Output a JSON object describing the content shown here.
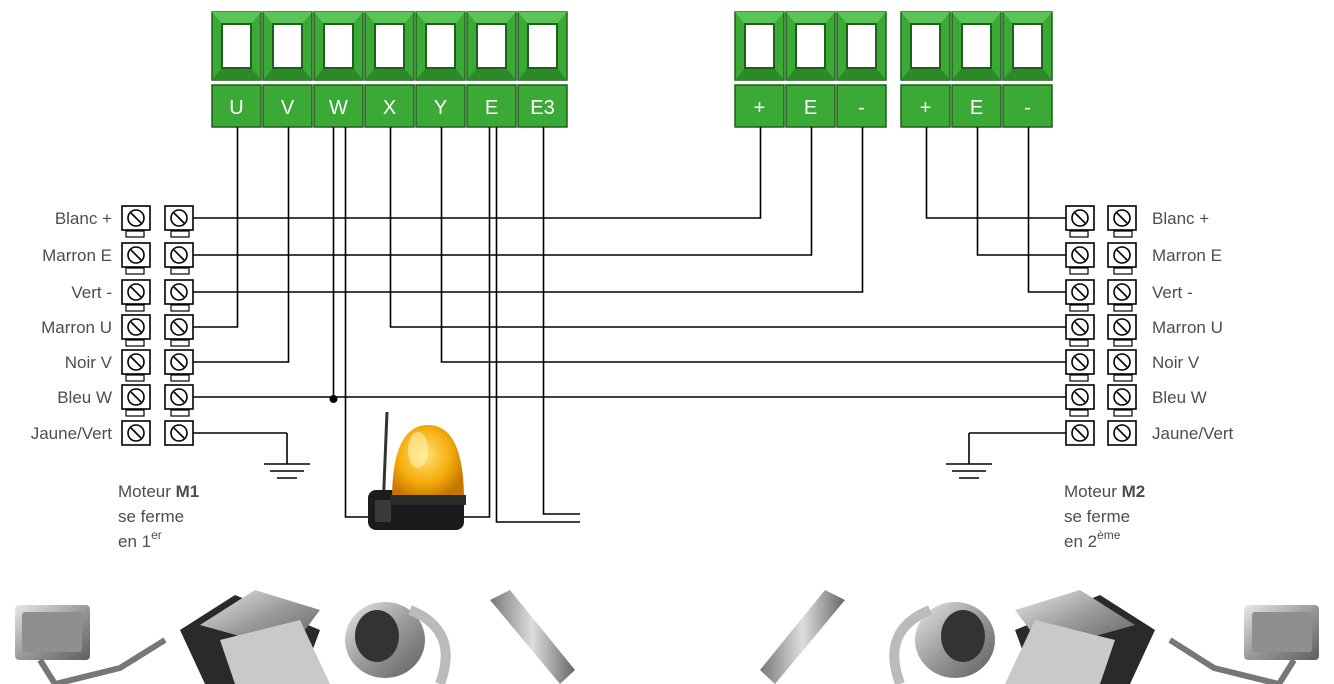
{
  "terminals_main": [
    "U",
    "V",
    "W",
    "X",
    "Y",
    "E",
    "E3"
  ],
  "terminals_enc1": [
    "+",
    "E",
    "-"
  ],
  "terminals_enc2": [
    "+",
    "E",
    "-"
  ],
  "left_block_labels": [
    "Blanc +",
    "Marron E",
    "Vert -",
    "Marron U",
    "Noir V",
    "Bleu W",
    "Jaune/Vert"
  ],
  "right_block_labels": [
    "Blanc +",
    "Marron E",
    "Vert -",
    "Marron U",
    "Noir V",
    "Bleu W",
    "Jaune/Vert"
  ],
  "motor1": {
    "prefix": "Moteur ",
    "name": "M1",
    "line2": "se ferme",
    "line3_a": "en 1",
    "line3_sup": "er"
  },
  "motor2": {
    "prefix": "Moteur ",
    "name": "M2",
    "line2": "se ferme",
    "line3_a": "en 2",
    "line3_sup": "ème"
  },
  "colors": {
    "terminal_green": "#3aa935",
    "terminal_dark": "#1f5e1c",
    "lamp_amber": "#f2a400"
  },
  "icons": [
    "warning-lamp-icon",
    "gate-motor-icon",
    "ground-symbol-icon"
  ]
}
